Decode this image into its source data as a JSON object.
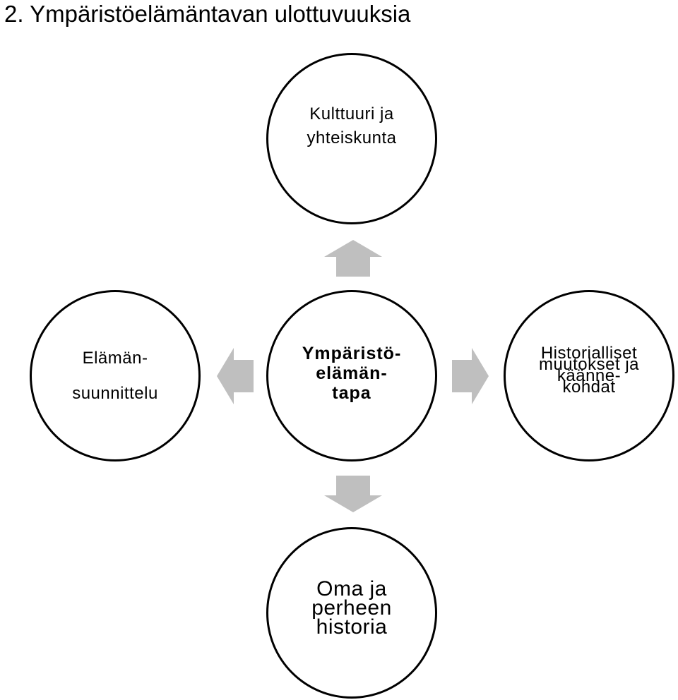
{
  "title": "2. Ympäristöelämäntavan ulottuvuuksia",
  "nodes": {
    "top": {
      "lines": [
        "Kulttuuri ja",
        "yhteiskunta"
      ]
    },
    "left": {
      "lines": [
        "Elämän-",
        "suunnittelu"
      ]
    },
    "center": {
      "lines": [
        "Ympäristö-",
        "elämän-",
        "tapa"
      ]
    },
    "right": {
      "lines": [
        "Historialliset",
        "muutokset ja",
        "käänne-",
        "kohdat"
      ]
    },
    "bottom": {
      "lines": [
        "Oma ja",
        "perheen",
        "historia"
      ]
    }
  },
  "colors": {
    "arrow": "#bfbfbf",
    "border": "#000000",
    "text": "#000000"
  },
  "icons": {
    "arrow_up": "arrow-up-icon",
    "arrow_left": "arrow-left-icon",
    "arrow_right": "arrow-right-icon",
    "arrow_down": "arrow-down-icon"
  }
}
